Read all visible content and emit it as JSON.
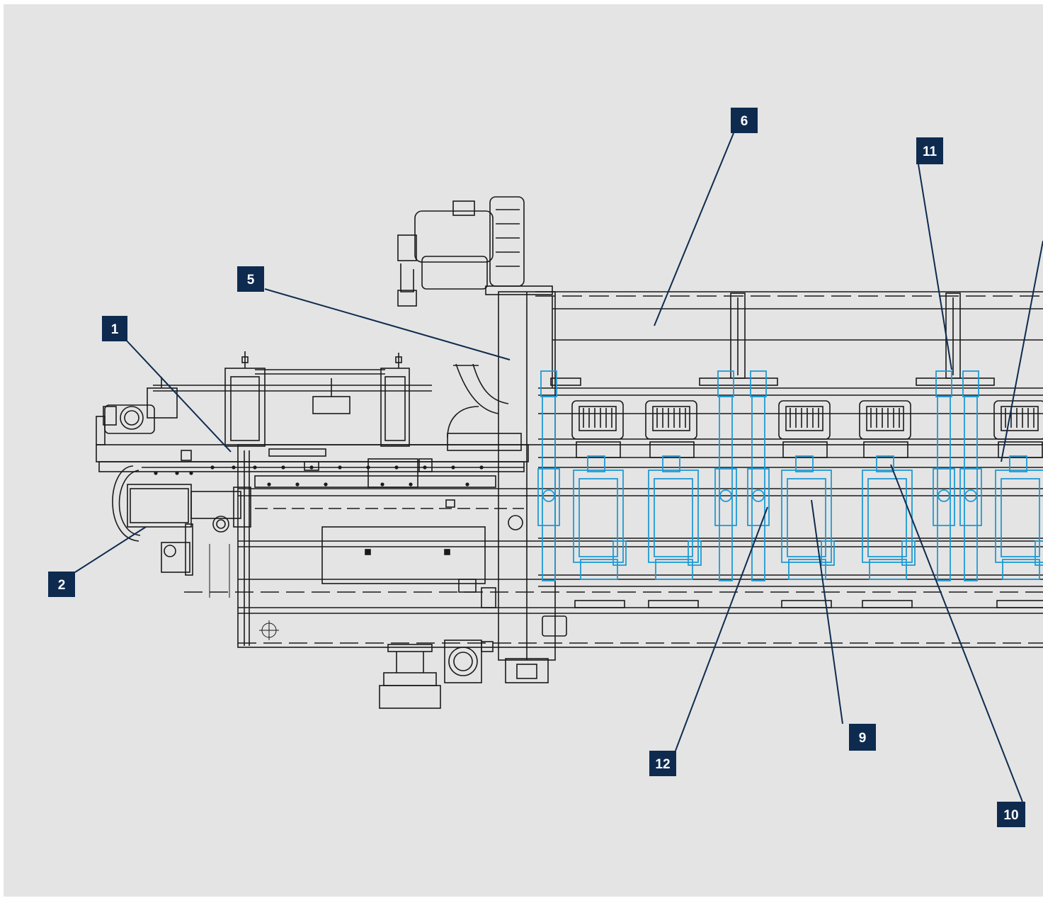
{
  "diagram": {
    "colors": {
      "background": "#e4e4e4",
      "linework": "#1a1a1a",
      "highlight": "#1f9ad4",
      "callout_fill": "#0e2b4f",
      "callout_text": "#ffffff",
      "leader": "#0e2b4f"
    },
    "callouts": [
      {
        "id": "c1",
        "label": "1"
      },
      {
        "id": "c2",
        "label": "2"
      },
      {
        "id": "c5",
        "label": "5"
      },
      {
        "id": "c6",
        "label": "6"
      },
      {
        "id": "c9",
        "label": "9"
      },
      {
        "id": "c10",
        "label": "10"
      },
      {
        "id": "c11",
        "label": "11"
      },
      {
        "id": "c12",
        "label": "12"
      }
    ]
  }
}
